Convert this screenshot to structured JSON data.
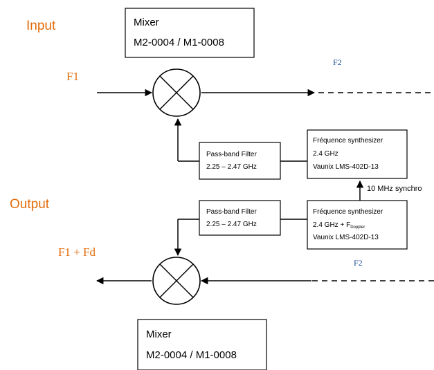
{
  "colors": {
    "accent_orange": "#e46c0a",
    "freq_blue": "#1f4e99",
    "line": "#000000"
  },
  "input_section": {
    "title": "Input",
    "mixer": {
      "line1": "Mixer",
      "line2": "M2-0004 / M1-0008"
    },
    "signal_in": "F1",
    "signal_out": "F2",
    "filter": {
      "line1": "Pass-band Filter",
      "line2": "2.25 – 2.47 GHz"
    },
    "synth": {
      "line1": "Fréquence synthesizer",
      "line2": "2.4 GHz",
      "line3": "Vaunix LMS-402D-13"
    }
  },
  "sync_label": "10 MHz synchro",
  "output_section": {
    "title": "Output",
    "mixer": {
      "line1": "Mixer",
      "line2": "M2-0004 / M1-0008"
    },
    "signal_out": "F1 + Fd",
    "signal_in": "F2",
    "filter": {
      "line1": "Pass-band Filter",
      "line2": "2.25 – 2.47 GHz"
    },
    "synth": {
      "line1": "Fréquence synthesizer",
      "line2_main": "2.4 GHz + F",
      "line2_sub": "Doppler",
      "line3": "Vaunix LMS-402D-13"
    }
  }
}
